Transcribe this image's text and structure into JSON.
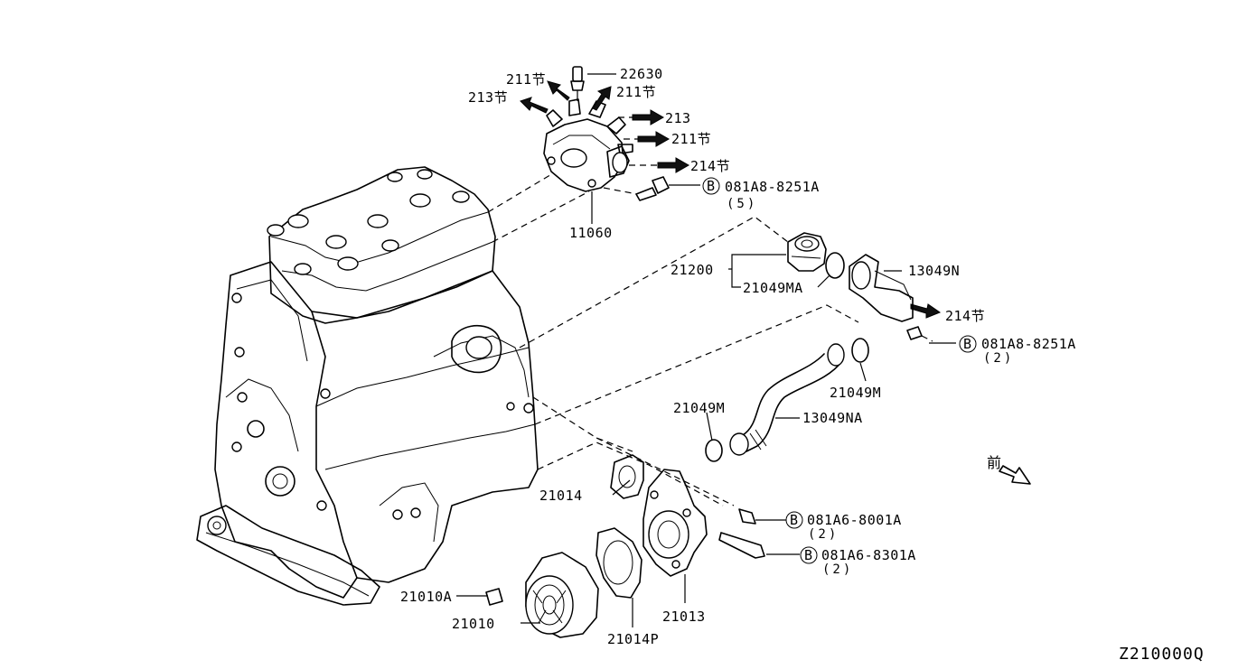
{
  "diagram": {
    "code": "Z210000Q",
    "direction_glyph": "前",
    "callouts": {
      "top_sensor": "22630",
      "ref_211_a": "211节",
      "ref_213_a": "213节",
      "ref_211_b": "211节",
      "ref_213_b": "213",
      "ref_211_c": "211节",
      "ref_214_a": "214节",
      "housing": "11060",
      "thermostat": "21200",
      "oring_ma": "21049MA",
      "outlet_n": "13049N",
      "ref_214_b": "214节",
      "oring_m_top": "21049M",
      "oring_m_left": "21049M",
      "hose_na": "13049NA",
      "gasket": "21014",
      "pump_bolt": "21010A",
      "pump": "21010",
      "gasket_p": "21014P",
      "pump_housing": "21013"
    },
    "bolt_callouts": [
      {
        "mark": "B",
        "code": "081A8-8251A",
        "qty": "(5)"
      },
      {
        "mark": "B",
        "code": "081A8-8251A",
        "qty": "(2)"
      },
      {
        "mark": "B",
        "code": "081A6-8001A",
        "qty": "(2)"
      },
      {
        "mark": "B",
        "code": "081A6-8301A",
        "qty": "(2)"
      }
    ]
  }
}
